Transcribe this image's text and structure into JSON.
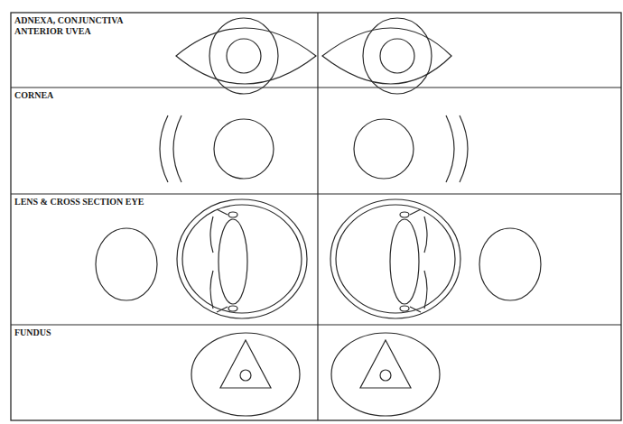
{
  "diagram": {
    "labels": [
      "ADNEXA, CONJUNCTIVA ANTERIOR UVEA",
      "CORNEA",
      "LENS & CROSS SECTION EYE",
      "FUNDUS"
    ]
  }
}
